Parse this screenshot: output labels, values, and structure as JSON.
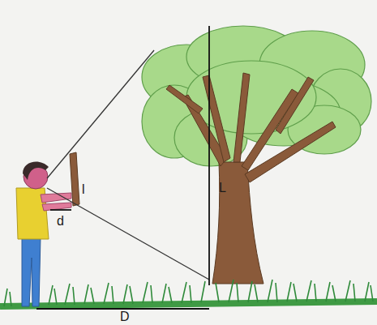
{
  "diagram": {
    "labels": [
      "l",
      "d",
      "L",
      "D"
    ]
  }
}
